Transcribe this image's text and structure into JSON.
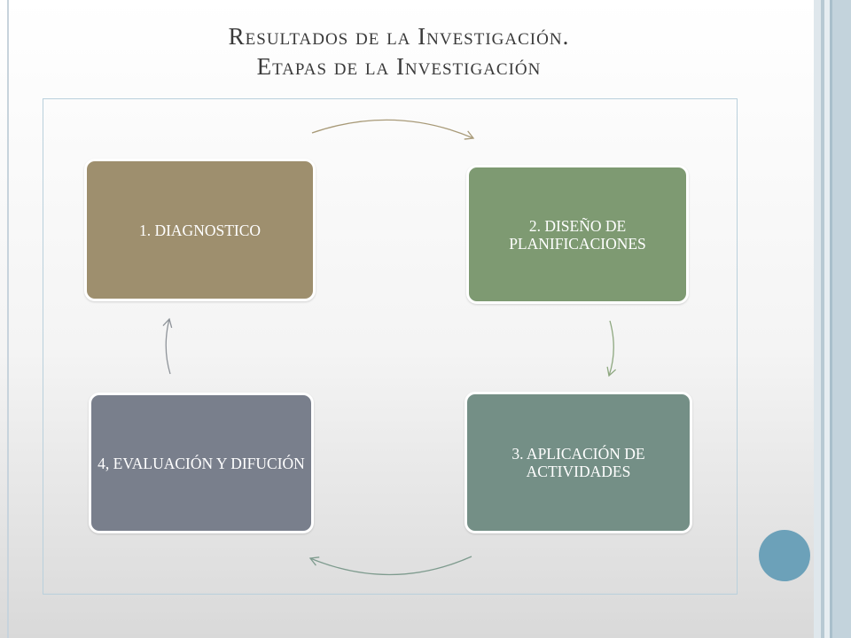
{
  "slide": {
    "title_line1": "Resultados de la Investigación.",
    "title_line2": "Etapas de la Investigación"
  },
  "stages": [
    {
      "label": "1. DIAGNOSTICO",
      "color": "#9e8f6e"
    },
    {
      "label": "2. DISEÑO DE PLANIFICACIONES",
      "color": "#7e9a72"
    },
    {
      "label": "3. APLICACIÓN DE ACTIVIDADES",
      "color": "#748f86"
    },
    {
      "label": "4, EVALUACIÓN Y DIFUCIÓN",
      "color": "#797f8c"
    }
  ],
  "colors": {
    "accent_circle": "#6ca1b9",
    "frame_border": "#b9d0dc",
    "arrow_1_2": "#a89a78",
    "arrow_2_3": "#8da77f",
    "arrow_3_4": "#7e9b8e",
    "arrow_4_1": "#8e9399"
  }
}
